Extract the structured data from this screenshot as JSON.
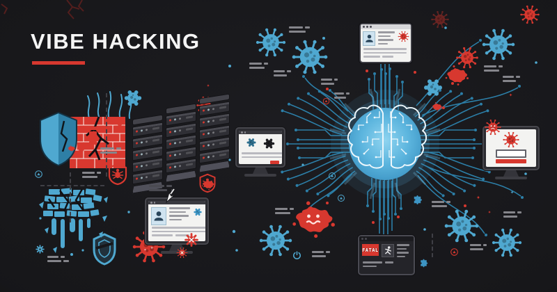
{
  "header": {
    "title": "VIBE HACKING"
  },
  "windows": {
    "glitch_label": "FATAL"
  },
  "palette": {
    "background": "#17171a",
    "accent_red": "#d7382f",
    "accent_blue": "#4fa8d0",
    "trace_blue": "#2c7fa8",
    "light_blue": "#8fd4f0",
    "screen_white": "#f3f3f1",
    "server_gray": "#2f2f35",
    "redacted_gray": "#85858b"
  },
  "icons": [
    "shield-icon",
    "broken-shield-icon",
    "brick-wall",
    "shattered-wall",
    "server-rack",
    "virus-icon",
    "angry-virus-icon",
    "splat-icon",
    "sparkle-icon",
    "gear-icon",
    "gear-virus-icon",
    "bug-shield-icon",
    "asterisk-icon",
    "alert-badge-icon",
    "puzzle-icon",
    "power-icon",
    "circuit-brain",
    "monitor",
    "browser-window",
    "id-card",
    "cursor-icon"
  ]
}
